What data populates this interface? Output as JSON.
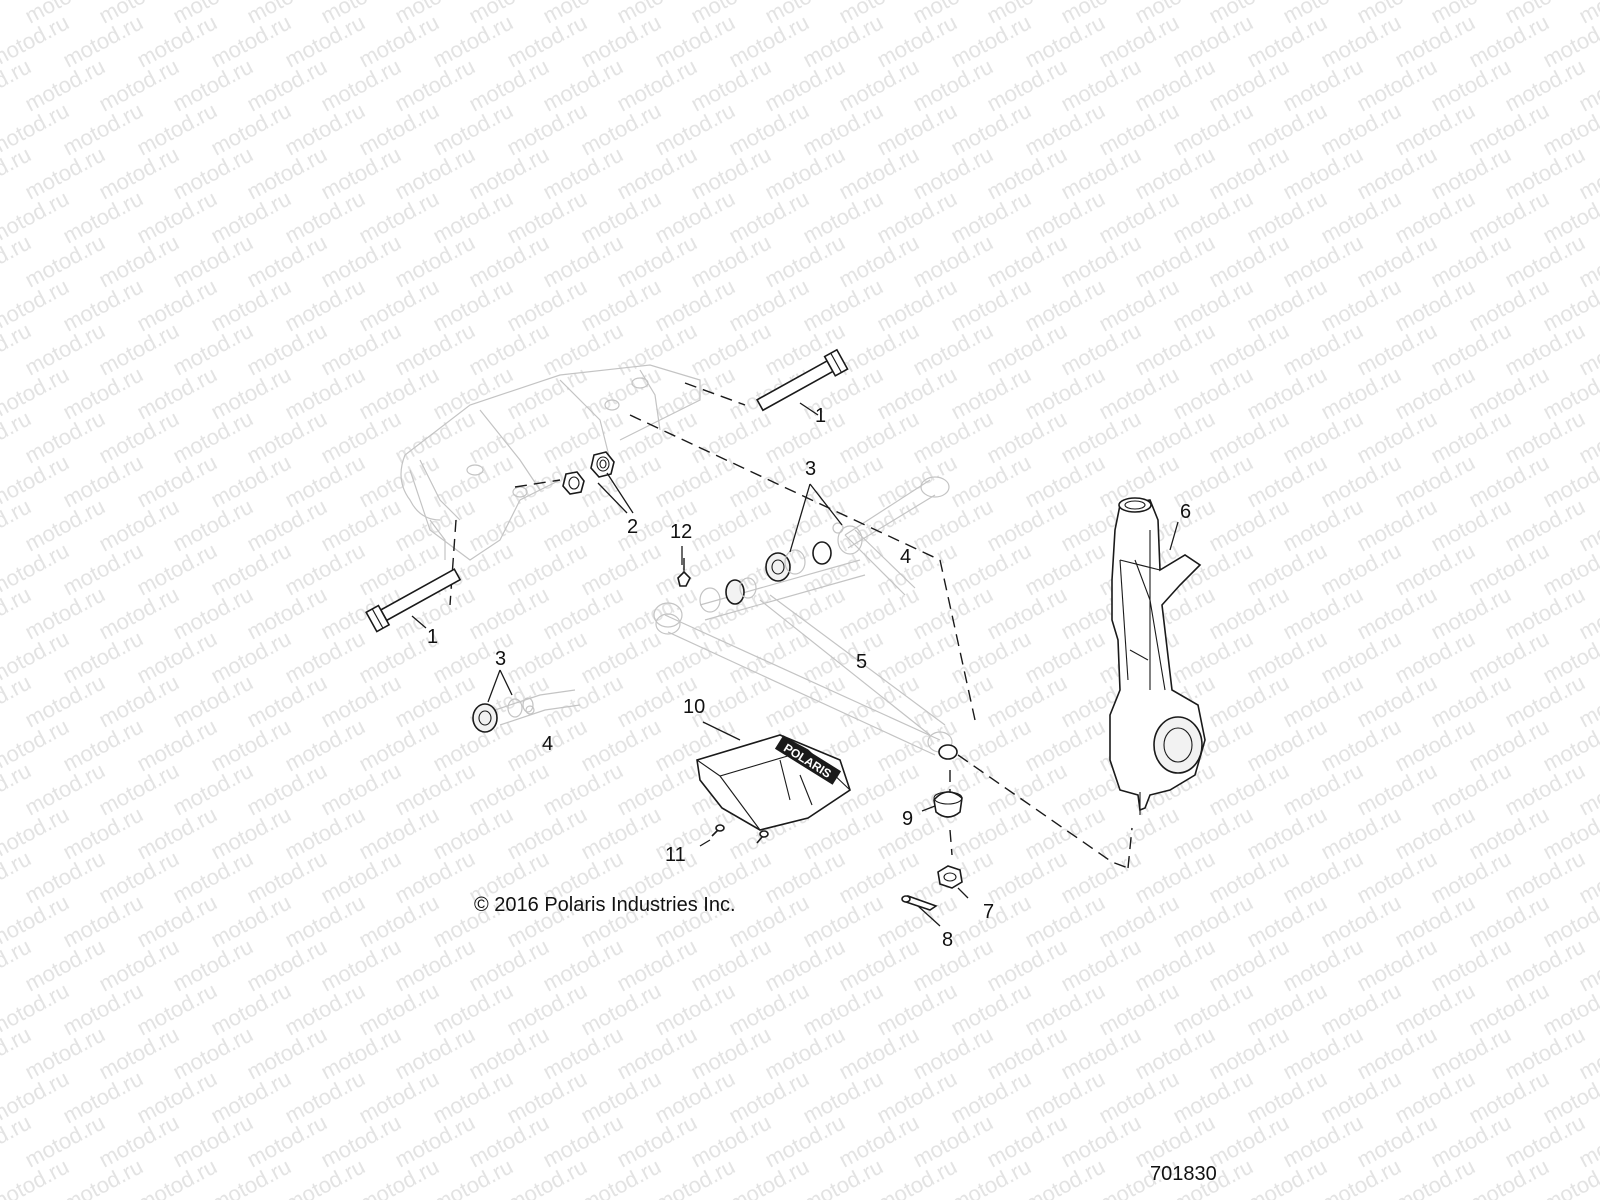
{
  "watermark": {
    "text": "motod.ru",
    "color": "#e3e3e3"
  },
  "copyright": "© 2016 Polaris Industries Inc.",
  "diagram_number": "701830",
  "guard_logo_text": "POLARIS",
  "callouts": {
    "c1a": "1",
    "c1b": "1",
    "c2": "2",
    "c3a": "3",
    "c3b": "3",
    "c4a": "4",
    "c4b": "4",
    "c5": "5",
    "c6": "6",
    "c7": "7",
    "c8": "8",
    "c9": "9",
    "c10": "10",
    "c11": "11",
    "c12": "12"
  }
}
